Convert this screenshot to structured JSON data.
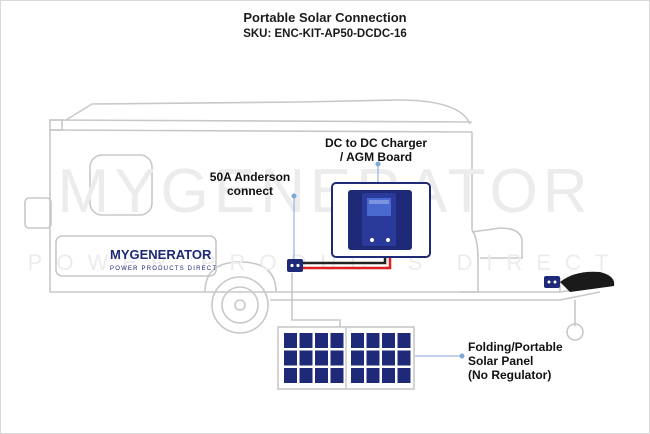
{
  "title": "Portable Solar Connection",
  "sku": "SKU: ENC-KIT-AP50-DCDC-16",
  "watermark": {
    "brand_large": "MYGENERATOR",
    "tagline_large": "POWER PRODUCTS DIRECT"
  },
  "decal": {
    "brand": "MYGENERATOR",
    "tagline": "POWER PRODUCTS DIRECT"
  },
  "labels": {
    "charger": [
      "DC to DC Charger",
      "/ AGM Board"
    ],
    "anderson": [
      "50A Anderson",
      "connect"
    ],
    "panel": [
      "Folding/Portable",
      "Solar Panel",
      "(No Regulator)"
    ]
  },
  "colors": {
    "navy": "#1e2a78",
    "outline": "#c8c8c8",
    "callout_line": "#7fa7d9",
    "wire_red": "#e02020",
    "wire_black": "#222222"
  }
}
